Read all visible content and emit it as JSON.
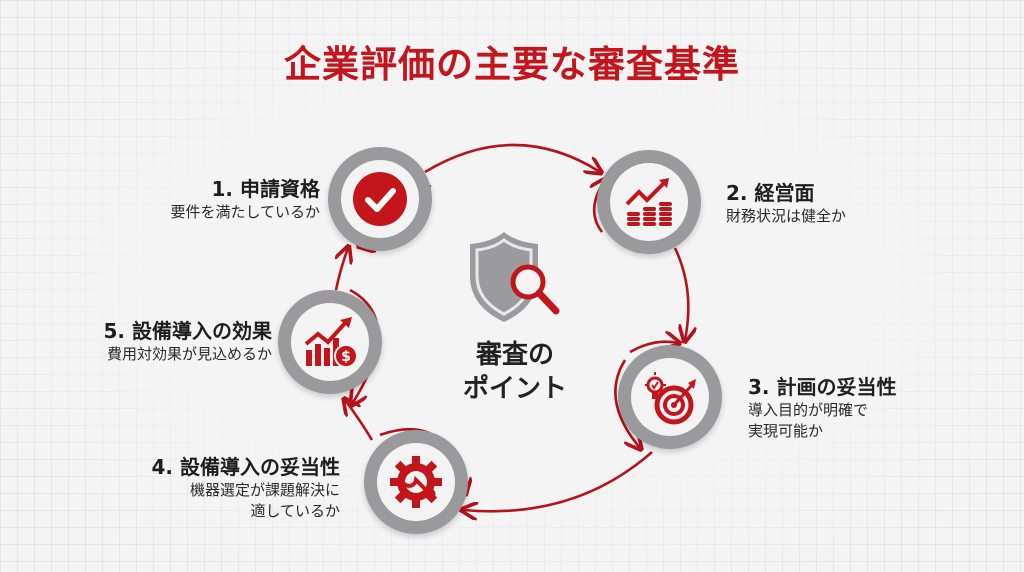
{
  "title": "企業評価の主要な審査基準",
  "center": {
    "icon": "shield-magnifier-icon",
    "line1": "審査の",
    "line2": "ポイント"
  },
  "colors": {
    "accent": "#c4141c",
    "ring": "#9a9a9c",
    "text": "#1e1e1e",
    "background": "#f4f4f5"
  },
  "criteria": [
    {
      "number": "1.",
      "head": "1. 申請資格",
      "sub1": "要件を満たしているか",
      "sub2": "",
      "icon": "checkmark-icon"
    },
    {
      "number": "2.",
      "head": "2. 経営面",
      "sub1": "財務状況は健全か",
      "sub2": "",
      "icon": "coins-growth-icon"
    },
    {
      "number": "3.",
      "head": "3. 計画の妥当性",
      "sub1": "導入目的が明確で",
      "sub2": "実現可能か",
      "icon": "target-idea-icon"
    },
    {
      "number": "4.",
      "head": "4. 設備導入の妥当性",
      "sub1": "機器選定が課題解決に",
      "sub2": "適しているか",
      "icon": "gear-wrench-icon"
    },
    {
      "number": "5.",
      "head": "5. 設備導入の効果",
      "sub1": "費用対効果が見込めるか",
      "sub2": "",
      "icon": "chart-dollar-icon"
    }
  ]
}
